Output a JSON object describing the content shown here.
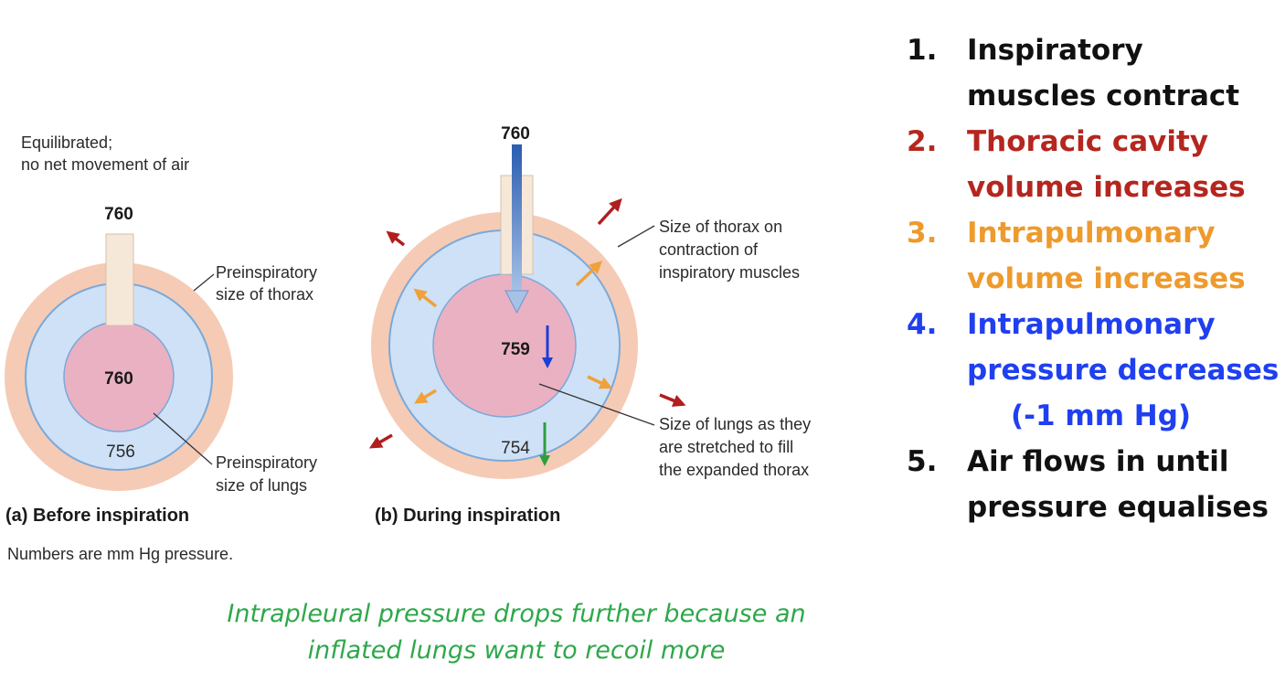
{
  "colors": {
    "thorax": "#f5cbb5",
    "pleural": "#cfe1f6",
    "pleural_edge": "#7aa9d9",
    "lungs": "#eab1c3",
    "arrow_red": "#b01e1e",
    "arrow_orange": "#f0a13a",
    "arrow_blue": "#1b3fd6",
    "arrow_green": "#2e9e3e",
    "step1": "#111111",
    "step2": "#b5261e",
    "step3": "#ee9a2c",
    "step4": "#1f3ff0",
    "step5": "#111111",
    "note": "#2ea84a"
  },
  "panel_a": {
    "note_line1": "Equilibrated;",
    "note_line2": "no net movement of air",
    "atmospheric": "760",
    "intrapulmonary": "760",
    "intrapleural": "756",
    "thorax_label_line1": "Preinspiratory",
    "thorax_label_line2": "size of thorax",
    "lungs_label_line1": "Preinspiratory",
    "lungs_label_line2": "size of lungs",
    "caption": "(a)  Before inspiration"
  },
  "panel_b": {
    "atmospheric": "760",
    "intrapulmonary": "759",
    "intrapleural": "754",
    "thorax_label_line1": "Size of thorax on",
    "thorax_label_line2": "contraction of",
    "thorax_label_line3": "inspiratory muscles",
    "lungs_label_line1": "Size of lungs as they",
    "lungs_label_line2": "are stretched to fill",
    "lungs_label_line3": "the expanded thorax",
    "caption": "(b)  During inspiration"
  },
  "footnote": "Numbers are mm Hg pressure.",
  "steps": [
    {
      "number": "1.",
      "line1": "Inspiratory",
      "line2": "muscles contract"
    },
    {
      "number": "2.",
      "line1": "Thoracic cavity",
      "line2": "volume increases"
    },
    {
      "number": "3.",
      "line1": "Intrapulmonary",
      "line2": "volume increases"
    },
    {
      "number": "4.",
      "line1": "Intrapulmonary",
      "line2": "pressure decreases",
      "line3": "(-1 mm Hg)"
    },
    {
      "number": "5.",
      "line1": "Air flows in until",
      "line2": "pressure equalises"
    }
  ],
  "bottom_note": {
    "line1": "Intrapleural pressure drops further because an",
    "line2": "inflated lungs want to recoil more"
  }
}
